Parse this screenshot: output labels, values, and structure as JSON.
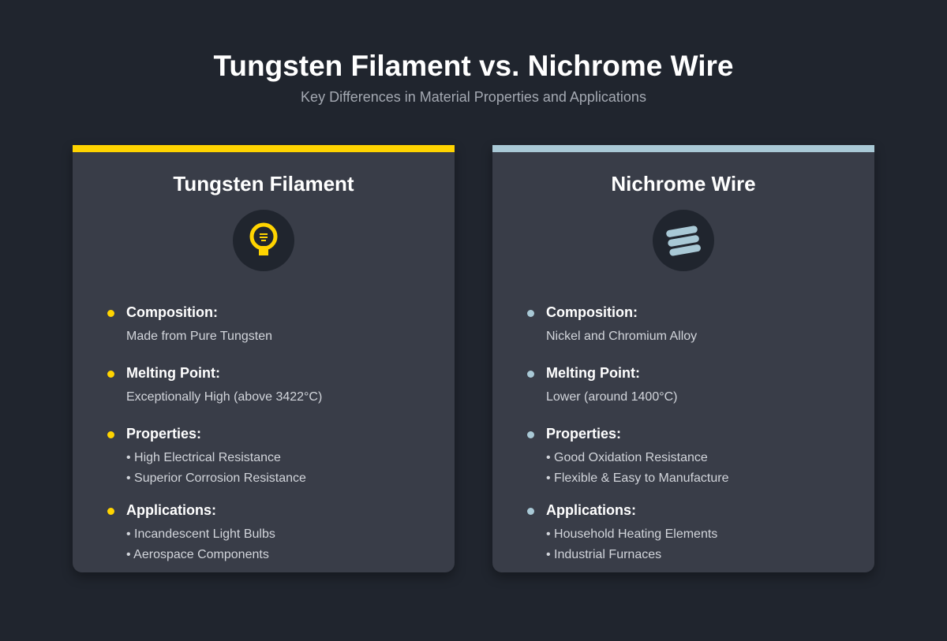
{
  "header": {
    "title": "Tungsten Filament vs. Nichrome Wire",
    "subtitle": "Key Differences in Material Properties and Applications"
  },
  "colors": {
    "background": "#20252e",
    "card": "#393d48",
    "tungsten_accent": "#ffd400",
    "nichrome_accent": "#a9c9d6"
  },
  "cards": [
    {
      "title": "Tungsten Filament",
      "icon": "lightbulb-icon",
      "sections": [
        {
          "label": "Composition:",
          "lines": [
            "Made from Pure Tungsten"
          ]
        },
        {
          "label": "Melting Point:",
          "lines": [
            "Exceptionally High (above 3422°C)"
          ]
        },
        {
          "label": "Properties:",
          "lines": [
            "• High Electrical Resistance",
            "• Superior Corrosion Resistance"
          ]
        },
        {
          "label": "Applications:",
          "lines": [
            "• Incandescent Light Bulbs",
            "• Aerospace Components"
          ]
        }
      ]
    },
    {
      "title": "Nichrome Wire",
      "icon": "coil-wire-icon",
      "sections": [
        {
          "label": "Composition:",
          "lines": [
            "Nickel and Chromium Alloy"
          ]
        },
        {
          "label": "Melting Point:",
          "lines": [
            "Lower (around 1400°C)"
          ]
        },
        {
          "label": "Properties:",
          "lines": [
            "• Good Oxidation Resistance",
            "• Flexible & Easy to Manufacture"
          ]
        },
        {
          "label": "Applications:",
          "lines": [
            "• Household Heating Elements",
            "• Industrial Furnaces"
          ]
        }
      ]
    }
  ]
}
